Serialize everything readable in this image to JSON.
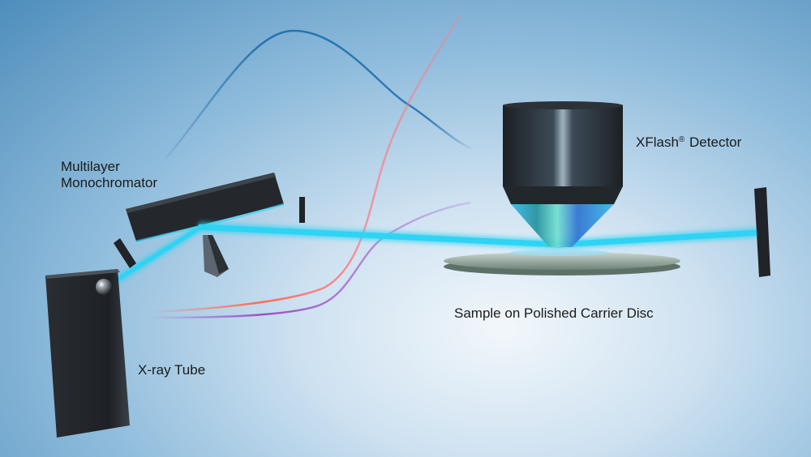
{
  "labels": {
    "monochromator_line1": "Multilayer",
    "monochromator_line2": "Monochromator",
    "detector_name": "XFlash",
    "detector_mark": "®",
    "detector_suffix": "Detector",
    "sample": "Sample on Polished Carrier Disc",
    "xray_tube": "X-ray Tube"
  },
  "colors": {
    "beam": "#2fd3f3",
    "curve_blue": "#1f6fae",
    "curve_red": "#ff6a5a",
    "curve_purple": "#9a4fc8",
    "component_dark": "#23262b"
  }
}
